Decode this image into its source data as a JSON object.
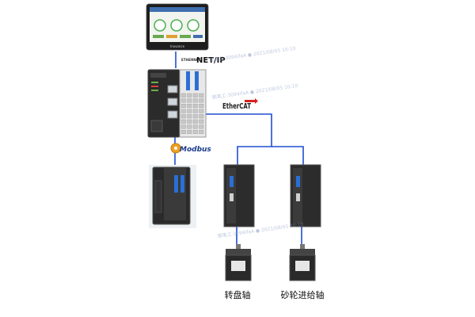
{
  "protocols": {
    "ethernet_ip": {
      "prefix": "ETHERNET",
      "main": "NET/IP"
    },
    "ethercat": "EtherCAT",
    "modbus": "Modbus"
  },
  "devices": {
    "hmi": {
      "brand": "Inovance"
    },
    "drives": [
      {
        "axis_label": "转盘轴"
      },
      {
        "axis_label": "砂轮进给轴"
      }
    ]
  },
  "watermarks": [
    "钢笔工·3094ifaA ● 2021/08/05 10:10",
    "钢笔工·3094ifaA ● 2021/08/05 10:10",
    "钢笔工·3094ifaA ● 2021/08/05 10:10"
  ],
  "colors": {
    "link_line": "#1f4fd1",
    "device_dark": "#2a2a2a",
    "ethercat_arrow": "#d62020",
    "modbus_gear": "#f0a020"
  }
}
